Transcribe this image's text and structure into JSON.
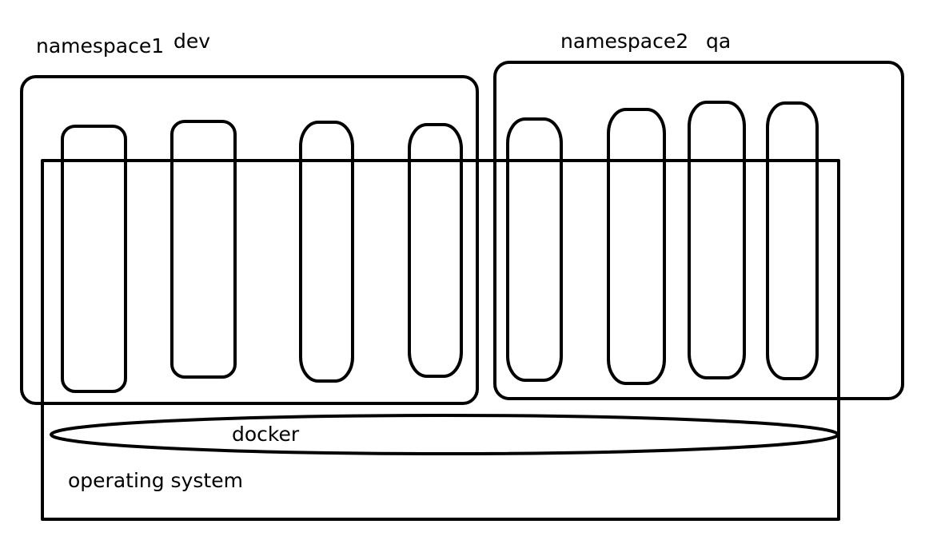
{
  "colors": {
    "stroke": "#000000",
    "background": "#ffffff"
  },
  "labels": {
    "namespace1": "namespace1",
    "namespace1_env": "dev",
    "namespace2": "namespace2",
    "namespace2_env": "qa",
    "docker": "docker",
    "os": "operating system"
  },
  "namespaces": [
    {
      "name": "namespace1",
      "env": "dev",
      "pod_count": 4
    },
    {
      "name": "namespace2",
      "env": "qa",
      "pod_count": 4
    }
  ]
}
